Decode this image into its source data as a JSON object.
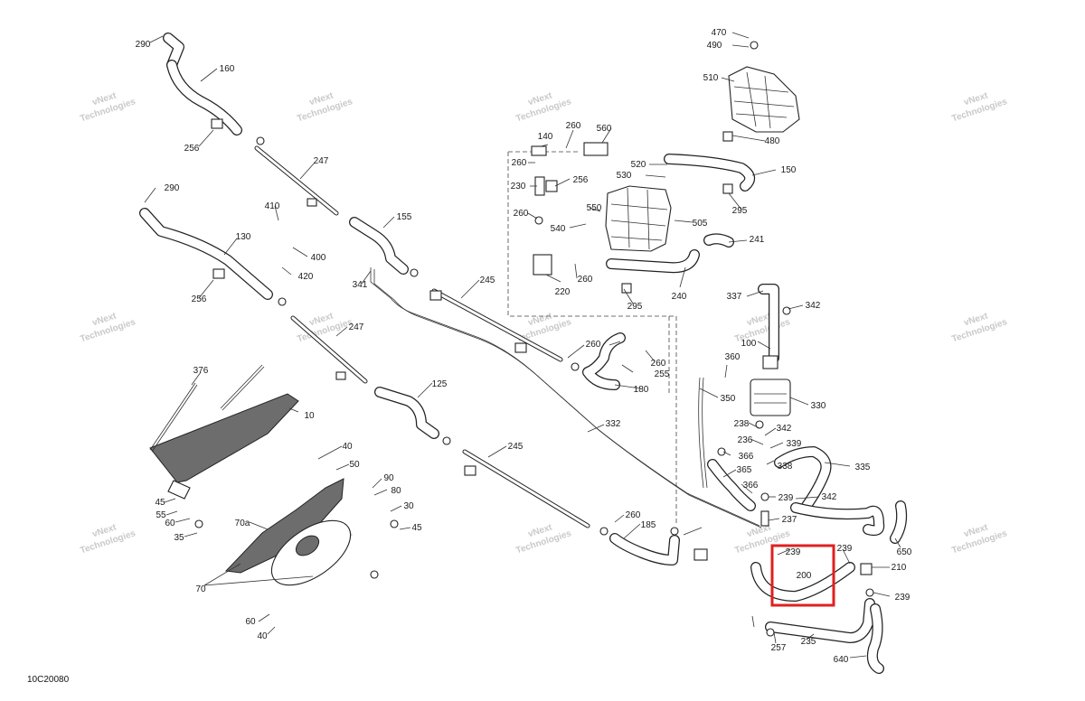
{
  "diagram": {
    "figure_code": "10C20080",
    "watermark_line1": "vNext",
    "watermark_line2": "Technologies",
    "highlight_color": "#e02020",
    "highlighted_part": "200",
    "callouts": [
      "290",
      "160",
      "256",
      "247",
      "290",
      "130",
      "410",
      "400",
      "420",
      "256",
      "155",
      "341",
      "245",
      "247",
      "125",
      "376",
      "10",
      "332",
      "245",
      "260",
      "185",
      "260",
      "40",
      "50",
      "90",
      "80",
      "30",
      "45",
      "45",
      "55",
      "60",
      "35",
      "70a",
      "70",
      "60",
      "40",
      "470",
      "490",
      "510",
      "480",
      "140",
      "260",
      "560",
      "520",
      "530",
      "150",
      "260",
      "230",
      "256",
      "550",
      "540",
      "505",
      "295",
      "260",
      "241",
      "220",
      "260",
      "240",
      "295",
      "337",
      "342",
      "100",
      "260",
      "255",
      "180",
      "360",
      "350",
      "330",
      "238",
      "342",
      "236",
      "339",
      "366",
      "338",
      "335",
      "365",
      "366",
      "239",
      "342",
      "237",
      "650",
      "239",
      "210",
      "200",
      "239",
      "239",
      "257",
      "235",
      "640"
    ]
  }
}
